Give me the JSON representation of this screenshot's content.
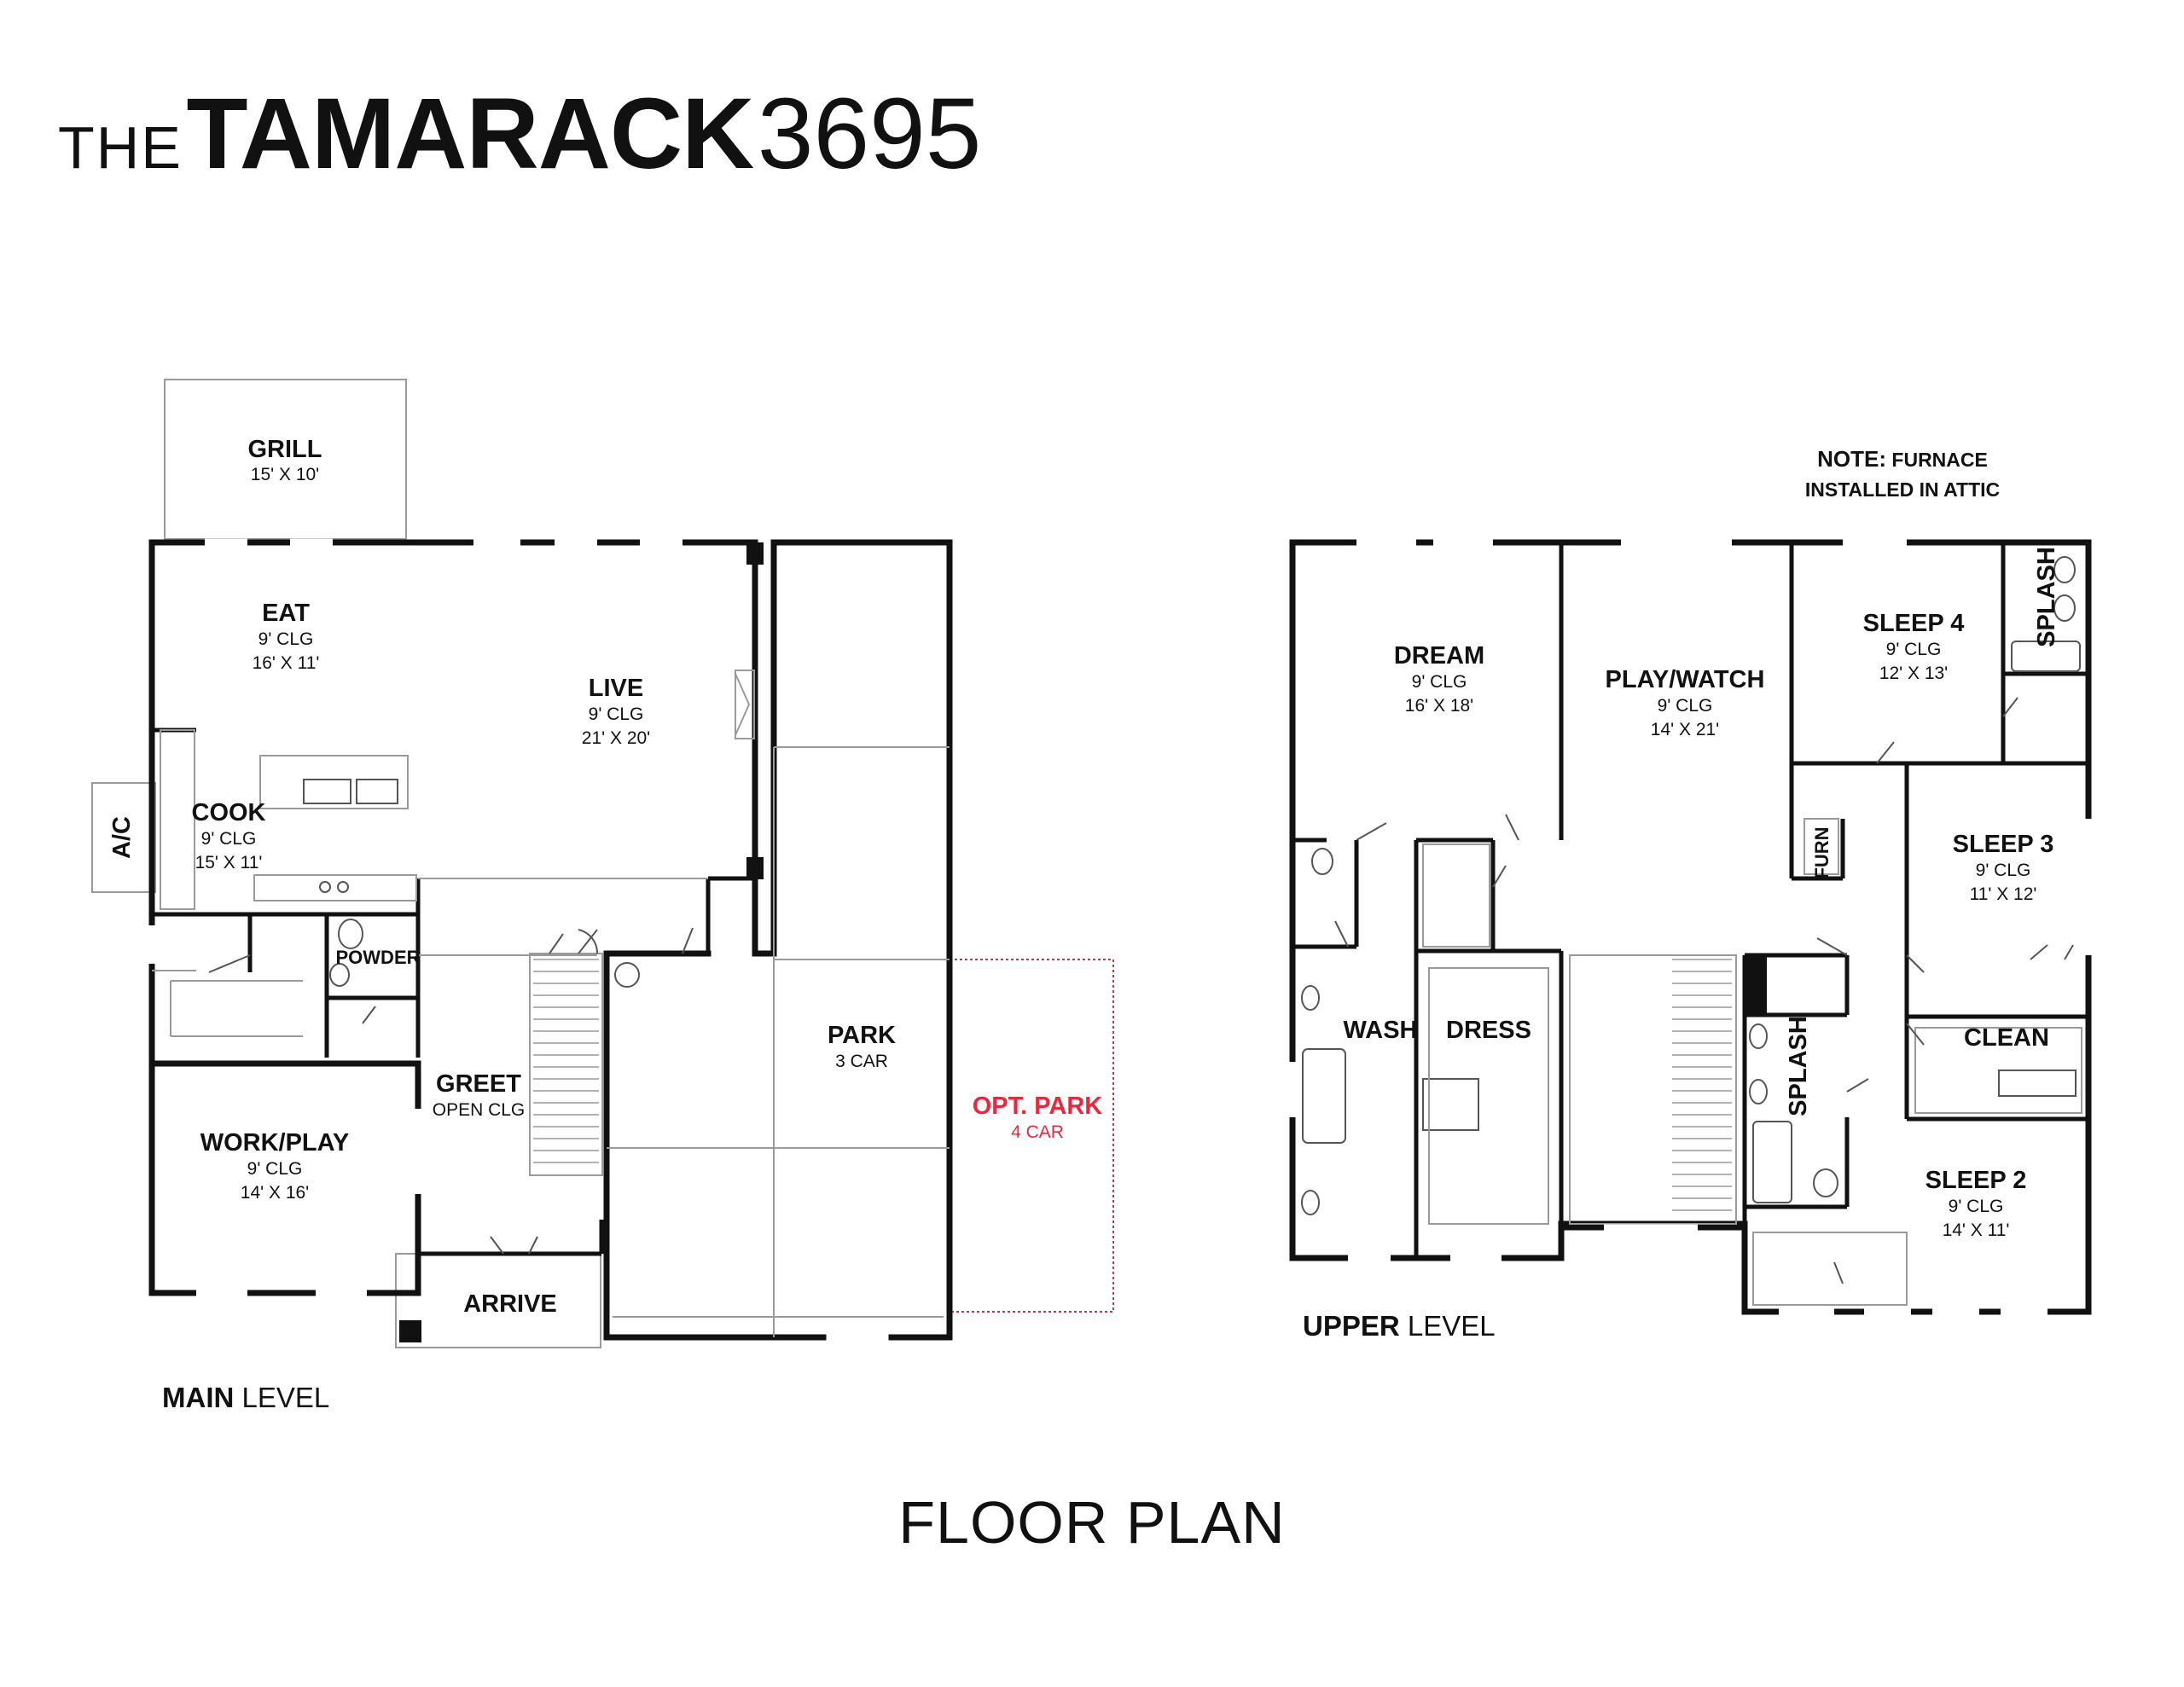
{
  "title": {
    "prefix": "THE",
    "name": "TAMARACK",
    "number": "3695"
  },
  "footer": "FLOOR PLAN",
  "main_level": {
    "label_bold": "MAIN",
    "label_rest": "LEVEL",
    "rooms": {
      "grill": {
        "name": "GRILL",
        "dims": "15' X 10'"
      },
      "eat": {
        "name": "EAT",
        "clg": "9' CLG",
        "dims": "16' X 11'"
      },
      "live": {
        "name": "LIVE",
        "clg": "9' CLG",
        "dims": "21' X 20'"
      },
      "cook": {
        "name": "COOK",
        "clg": "9' CLG",
        "dims": "15' X 11'"
      },
      "ac": {
        "name": "A/C"
      },
      "powder": {
        "name": "POWDER"
      },
      "work": {
        "name": "WORK/PLAY",
        "clg": "9' CLG",
        "dims": "14' X 16'"
      },
      "greet": {
        "name": "GREET",
        "clg": "OPEN CLG"
      },
      "arrive": {
        "name": "ARRIVE"
      },
      "park": {
        "name": "PARK",
        "sub": "3 CAR"
      },
      "optpark": {
        "name": "OPT. PARK",
        "sub": "4 CAR"
      }
    }
  },
  "upper_level": {
    "label_bold": "UPPER",
    "label_rest": "LEVEL",
    "note": {
      "bold": "NOTE:",
      "line1": "FURNACE",
      "line2": "INSTALLED IN ATTIC"
    },
    "rooms": {
      "dream": {
        "name": "DREAM",
        "clg": "9' CLG",
        "dims": "16' X 18'"
      },
      "play": {
        "name": "PLAY/WATCH",
        "clg": "9' CLG",
        "dims": "14' X 21'"
      },
      "sleep4": {
        "name": "SLEEP 4",
        "clg": "9' CLG",
        "dims": "12' X 13'"
      },
      "splash1": {
        "name": "SPLASH"
      },
      "furn": {
        "name": "FURN"
      },
      "sleep3": {
        "name": "SLEEP 3",
        "clg": "9' CLG",
        "dims": "11' X 12'"
      },
      "wash": {
        "name": "WASH"
      },
      "dress": {
        "name": "DRESS"
      },
      "splash2": {
        "name": "SPLASH"
      },
      "clean": {
        "name": "CLEAN"
      },
      "sleep2": {
        "name": "SLEEP 2",
        "clg": "9' CLG",
        "dims": "14' X 11'"
      }
    }
  },
  "colors": {
    "wall": "#111111",
    "thin": "#9a9a9a",
    "accent": "#e8283f"
  }
}
